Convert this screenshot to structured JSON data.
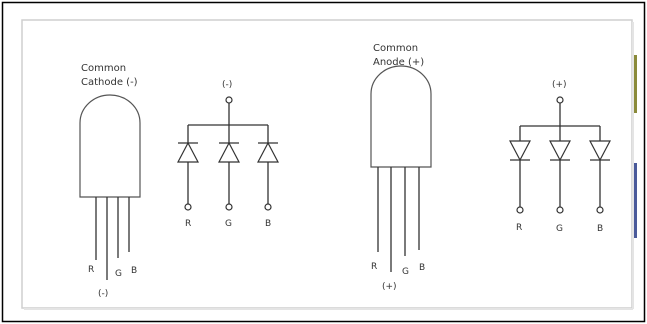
{
  "cathode": {
    "title_line1": "Common",
    "title_line2": "Cathode (-)",
    "common_terminal": "(-)",
    "lead_labels": [
      "R",
      "G",
      "B"
    ],
    "common_lead_label": "(-)",
    "diode_labels": [
      "R",
      "G",
      "B"
    ]
  },
  "anode": {
    "title_line1": "Common",
    "title_line2": "Anode (+)",
    "common_terminal": "(+)",
    "lead_labels": [
      "R",
      "G",
      "B"
    ],
    "common_lead_label": "(+)",
    "diode_labels": [
      "R",
      "G",
      "B"
    ]
  },
  "colors": {
    "frame_border": "#cfcfcf",
    "edge_accent_olive": "#8a8a3a",
    "edge_accent_blue": "#4a5a9a",
    "line": "#333333"
  }
}
